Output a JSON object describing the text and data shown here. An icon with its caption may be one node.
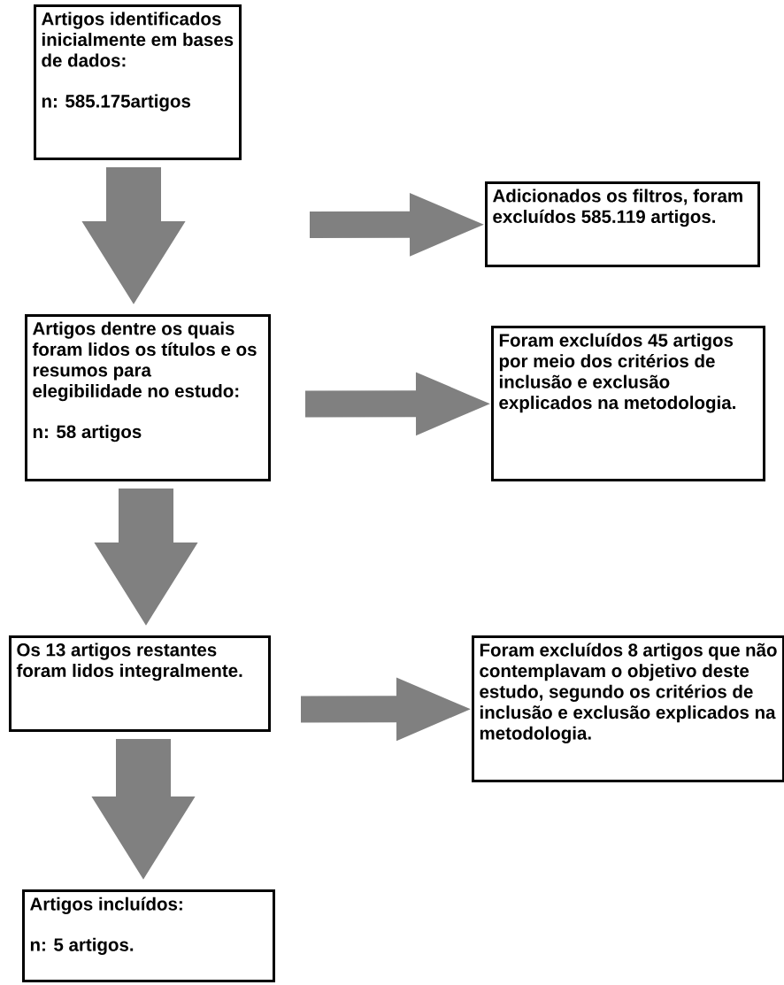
{
  "diagram": {
    "nodes": [
      {
        "text": [
          "Artigos identificados inicialmente em bases de dados:",
          "n: 585.175artigos"
        ]
      },
      {
        "text": [
          "Adicionados os filtros, foram excluídos 585.119 artigos."
        ]
      },
      {
        "text": [
          "Artigos dentre os quais foram lidos os títulos e os resumos para elegibilidade no estudo:",
          "n: 58 artigos"
        ]
      },
      {
        "text": [
          "Foram excluídos 45 artigos por meio dos critérios de inclusão e exclusão explicados na metodologia."
        ]
      },
      {
        "text": [
          "Os 13 artigos restantes foram lidos integralmente."
        ]
      },
      {
        "text": [
          "Foram excluídos 8 artigos que não contemplavam o objetivo deste estudo, segundo os critérios de inclusão e exclusão explicados na metodologia."
        ]
      },
      {
        "text": [
          "Artigos incluídos:",
          "n: 5 artigos."
        ]
      }
    ],
    "edges": [
      {
        "from": 0,
        "to": 2,
        "arrow": "to",
        "style": "thick"
      },
      {
        "from": null,
        "to": 1,
        "arrow": "to"
      },
      {
        "from": 2,
        "to": 4,
        "arrow": "to",
        "style": "thick"
      },
      {
        "from": null,
        "to": 3,
        "arrow": "to"
      },
      {
        "from": 4,
        "to": 6,
        "arrow": "to",
        "style": "thick"
      },
      {
        "from": null,
        "to": 5,
        "arrow": "to"
      }
    ]
  }
}
